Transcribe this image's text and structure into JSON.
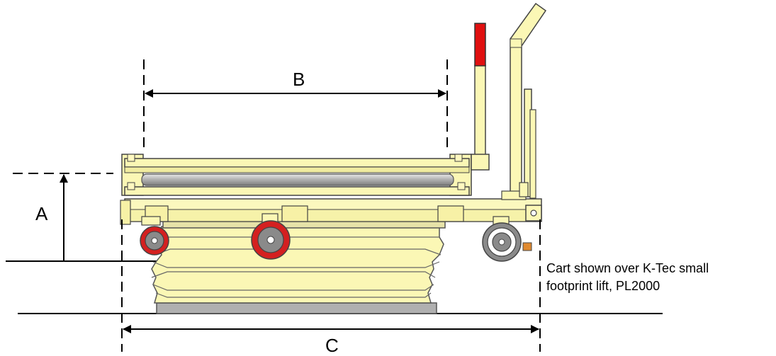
{
  "dimensions": {
    "a_label": "A",
    "b_label": "B",
    "c_label": "C"
  },
  "caption": {
    "line1": "Cart shown over K-Tec small",
    "line2": "footprint lift, PL2000"
  },
  "colors": {
    "frame_yellow": "#fbf7b5",
    "outline": "#3a3a3a",
    "handle_red": "#e01010",
    "wheel_red": "#d42020",
    "wheel_hub": "#8a8a8a",
    "roller_gray": "#b8b8b8",
    "base_plate": "#b0b0b0"
  }
}
